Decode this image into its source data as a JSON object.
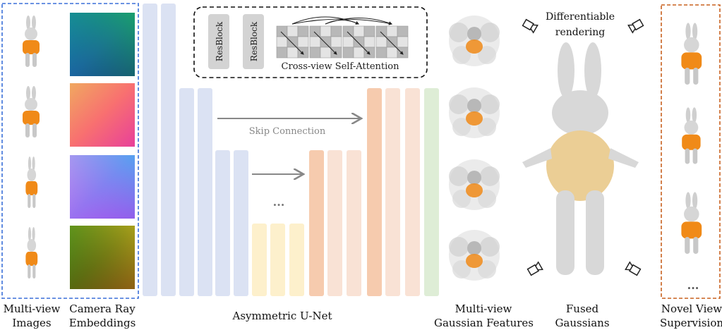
{
  "attention_box": {
    "resblock_1": "ResBlock",
    "resblock_2": "ResBlock",
    "caption": "Cross-view Self-Attention"
  },
  "unet": {
    "skip_label": "Skip Connection",
    "ellipsis": "...",
    "label": "Asymmetric U-Net"
  },
  "labels": {
    "images": "Multi-view Images",
    "images_l1": "Multi-view",
    "images_l2": "Images",
    "rays_l1": "Camera Ray",
    "rays_l2": "Embeddings",
    "features_l1": "Multi-view",
    "features_l2": "Gaussian Features",
    "fused_l1": "Fused",
    "fused_l2": "Gaussians",
    "novel_l1": "Novel View",
    "novel_l2": "Supervision",
    "render_l1": "Differentiable",
    "render_l2": "rendering",
    "novel_ellipsis": "..."
  },
  "colors": {
    "encoder": "#dbe2f3",
    "bottleneck": "#fdf0cc",
    "decoder_dark": "#f6cbae",
    "decoder_light": "#f9e2d5",
    "output": "#deedd6",
    "input_box": "#3a6fd8",
    "novel_box": "#c8601f"
  }
}
